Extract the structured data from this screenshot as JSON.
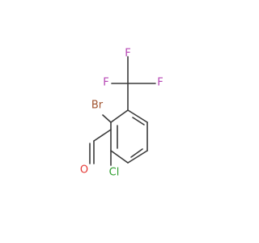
{
  "molecule": {
    "atoms": {
      "f_top": {
        "symbol": "F",
        "color": "#b543b3"
      },
      "f_left": {
        "symbol": "F",
        "color": "#b543b3"
      },
      "f_right": {
        "symbol": "F",
        "color": "#b543b3"
      },
      "br": {
        "symbol": "Br",
        "color": "#a0522d"
      },
      "o": {
        "symbol": "O",
        "color": "#e53935"
      },
      "cl": {
        "symbol": "Cl",
        "color": "#2e9e2e"
      }
    },
    "colors": {
      "bond": "#3a3a3a",
      "background": "#ffffff"
    }
  }
}
